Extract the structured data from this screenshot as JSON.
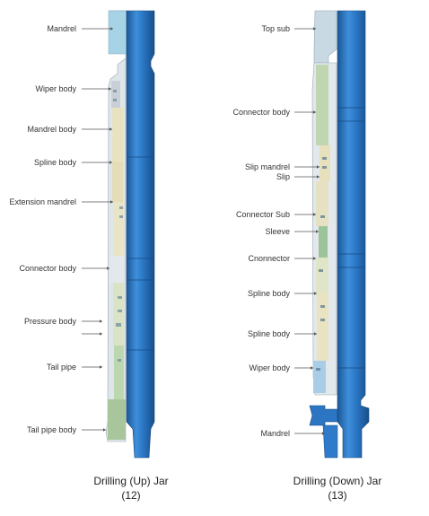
{
  "left_tool": {
    "caption": "Drilling (Up) Jar",
    "number": "(12)",
    "labels": [
      "Mandrel",
      "Wiper body",
      "Mandrel body",
      "Spline body",
      "Extension mandrel",
      "Connector body",
      "Pressure body",
      "Tail pipe",
      "Tail pipe body"
    ]
  },
  "right_tool": {
    "caption": "Drilling (Down) Jar",
    "number": "(13)",
    "labels": [
      "Top sub",
      "Connector body",
      "Slip mandrel",
      "Slip",
      "Connector Sub",
      "Sleeve",
      "Cnonnector",
      "Spline body",
      "Spline body",
      "Wiper body",
      "Mandrel"
    ]
  },
  "colors": {
    "pipe_dark": "#1d5fa6",
    "pipe_mid": "#2f7fcf",
    "pipe_light": "#5aa3e6",
    "body_tan": "#e4ddb8",
    "body_green": "#b9d3a8",
    "body_grey": "#c9cfd6",
    "body_lightblue": "#a9cde6"
  }
}
